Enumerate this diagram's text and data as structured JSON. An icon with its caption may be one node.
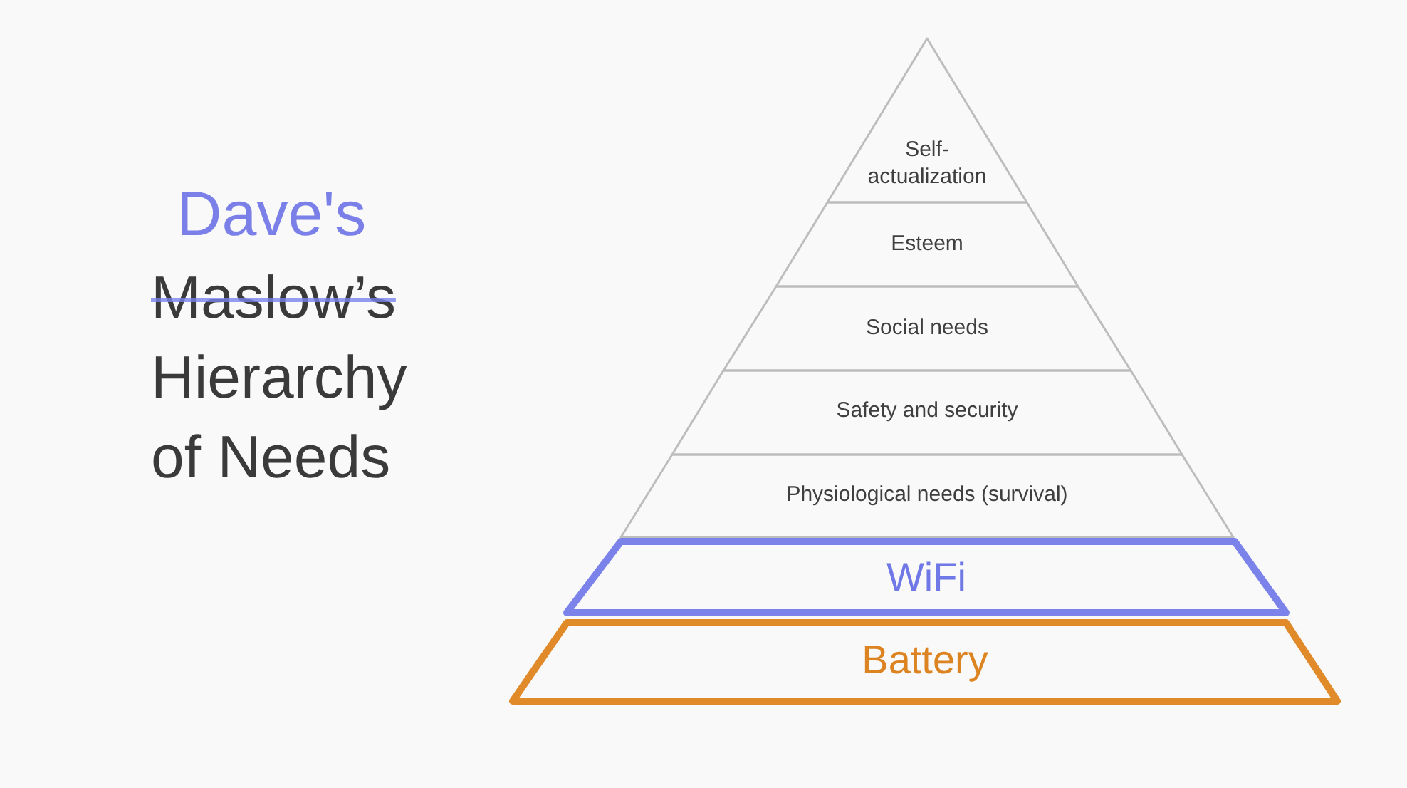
{
  "diagram": {
    "title": "Maslow’s Hierarchy of Needs",
    "nodes": [
      {
        "text": [
          "Self-actualization"
        ]
      },
      {
        "text": [
          "Esteem"
        ]
      },
      {
        "text": [
          "Social needs"
        ]
      },
      {
        "text": [
          "Safety and security"
        ]
      },
      {
        "text": [
          "Physiological needs (survival)"
        ]
      },
      {
        "text": [
          "WiFi"
        ]
      },
      {
        "text": [
          "Battery"
        ]
      }
    ],
    "labels": [
      "Dave's"
    ]
  }
}
